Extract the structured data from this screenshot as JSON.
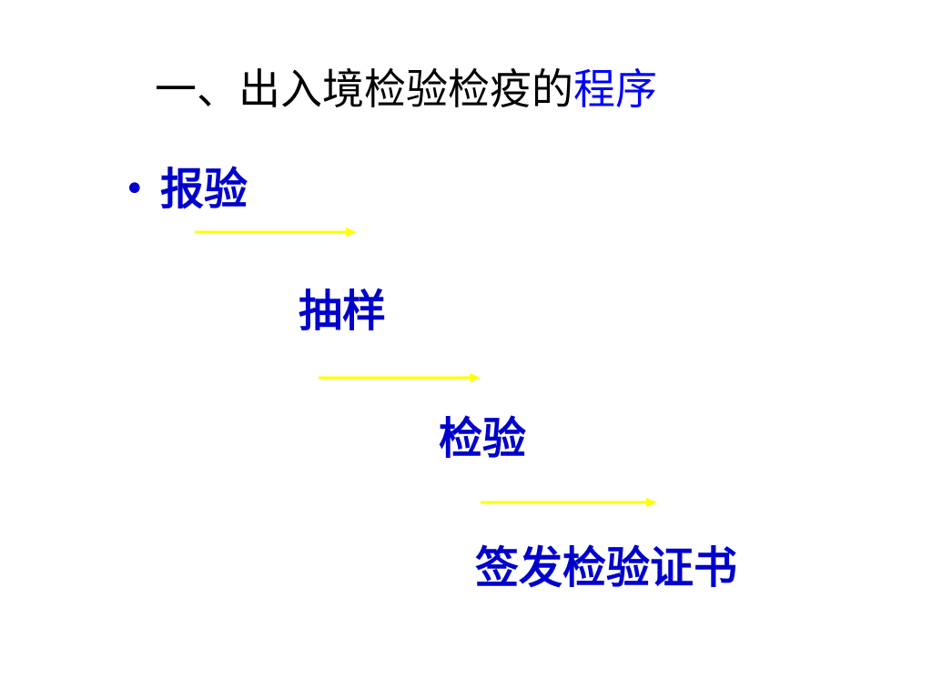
{
  "slide": {
    "title_prefix": "一、出入境检验检疫的",
    "title_accent": "程序",
    "bullet": "•",
    "steps": [
      "报验",
      "抽样",
      "检验",
      "签发检验证书"
    ]
  },
  "colors": {
    "title_text": "#000000",
    "title_accent": "#0000ff",
    "step_text": "#0000cc",
    "arrow": "#ffff00"
  },
  "icons": {
    "arrow": "arrow-right-icon"
  }
}
